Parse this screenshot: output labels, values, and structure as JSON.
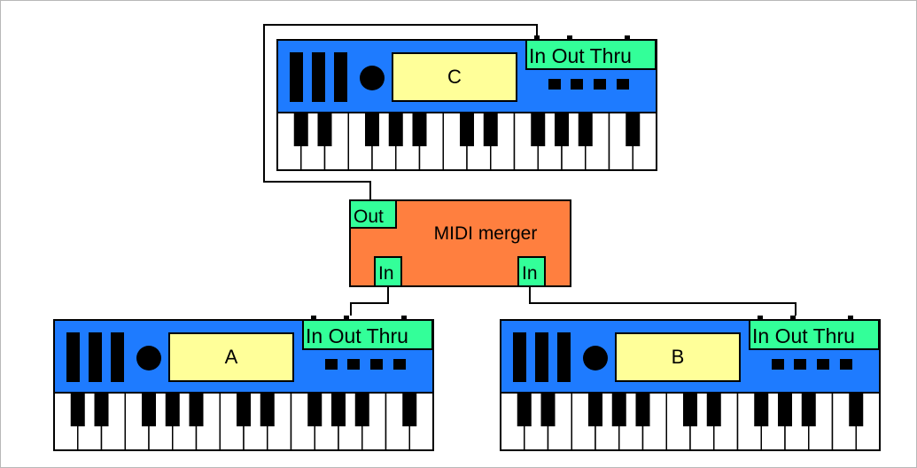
{
  "colors": {
    "keyboard_body": "#1E7BFF",
    "display": "#FFFF99",
    "port_box": "#33FF99",
    "merger": "#FF7F3F",
    "key_black": "#000000",
    "key_white": "#FFFFFF",
    "wire": "#000000"
  },
  "keyboards": [
    {
      "id": "C",
      "display_label": "C",
      "port_labels": "In Out Thru"
    },
    {
      "id": "A",
      "display_label": "A",
      "port_labels": "In Out Thru"
    },
    {
      "id": "B",
      "display_label": "B",
      "port_labels": "In Out Thru"
    }
  ],
  "merger": {
    "label": "MIDI merger",
    "out_label": "Out",
    "in_left_label": "In",
    "in_right_label": "In"
  }
}
